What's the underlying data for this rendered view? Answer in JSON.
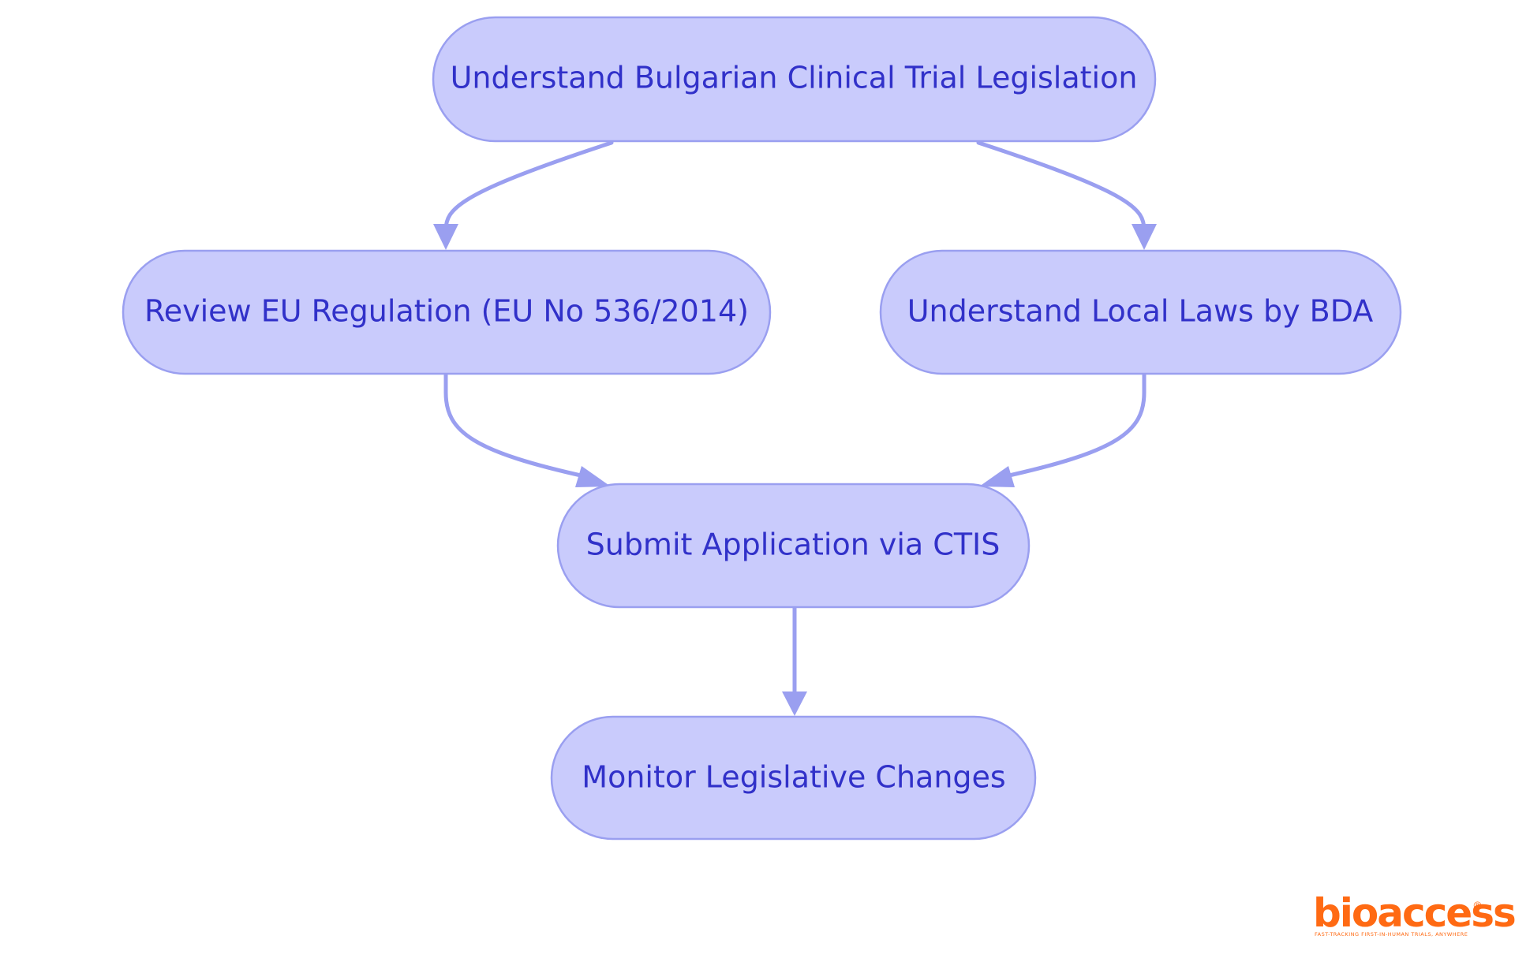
{
  "diagram": {
    "type": "flowchart",
    "nodes": [
      {
        "id": "n1",
        "label": "Understand Bulgarian Clinical Trial Legislation"
      },
      {
        "id": "n2",
        "label": "Review EU Regulation (EU No 536/2014)"
      },
      {
        "id": "n3",
        "label": "Understand Local Laws by BDA"
      },
      {
        "id": "n4",
        "label": "Submit Application via CTIS"
      },
      {
        "id": "n5",
        "label": "Monitor Legislative Changes"
      }
    ],
    "edges": [
      {
        "from": "n1",
        "to": "n2"
      },
      {
        "from": "n1",
        "to": "n3"
      },
      {
        "from": "n2",
        "to": "n4"
      },
      {
        "from": "n3",
        "to": "n4"
      },
      {
        "from": "n4",
        "to": "n5"
      }
    ],
    "colors": {
      "node_fill": "#c9cbfc",
      "node_border": "#9a9ff0",
      "label_text": "#3131c9",
      "edge": "#9a9ff0"
    }
  },
  "logo": {
    "text": "bioaccess",
    "registered_mark": "®",
    "tagline": "FAST-TRACKING FIRST-IN-HUMAN TRIALS, ANYWHERE",
    "color": "#ff6a13"
  }
}
